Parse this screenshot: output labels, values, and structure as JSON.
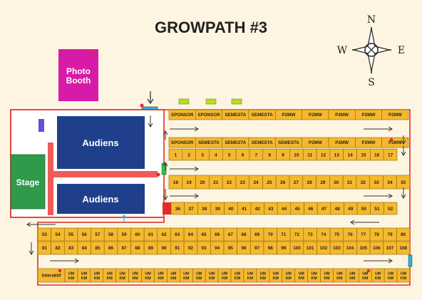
{
  "title": "GROWPATH #3",
  "compass": {
    "n": "N",
    "s": "S",
    "e": "E",
    "w": "W"
  },
  "labels": {
    "photo_booth_line1": "Photo",
    "photo_booth_line2": "Booth",
    "audiens_top": "Audiens",
    "audiens_bottom": "Audiens",
    "stage": "Stage"
  },
  "colors": {
    "background": "#fdf5e2",
    "booth": "#f5b82e",
    "booth_border": "#8a6a00",
    "audience": "#1f3f8a",
    "stage": "#2e9a4a",
    "photo_booth": "#d81aa8",
    "boundary": "#e32a2a",
    "walkway": "#f05a5a",
    "entrance_marker": "#b4e020",
    "exit_marker": "#2ab6e0",
    "purple_marker": "#6a4bd8"
  },
  "row1_labels": [
    "SPONSOR",
    "SPONSOR",
    "SEMESTA",
    "SEMESTA",
    "P2MW",
    "P2MW",
    "P2MW",
    "P2MW",
    "P2MW"
  ],
  "row2_labels": [
    "SPONSOR",
    "SEMESTA",
    "SEMESTA",
    "SEMESTA",
    "SEMESTA",
    "P2MW",
    "P2MW",
    "P2MW",
    "P2MW"
  ],
  "row3_numbers": [
    "1",
    "2",
    "3",
    "4",
    "5",
    "6",
    "7",
    "8",
    "9",
    "10",
    "11",
    "12",
    "13",
    "14",
    "15",
    "16",
    "17"
  ],
  "row4_numbers": [
    "18",
    "19",
    "20",
    "21",
    "22",
    "23",
    "24",
    "25",
    "26",
    "27",
    "28",
    "29",
    "30",
    "31",
    "32",
    "33",
    "34",
    "35"
  ],
  "row5_numbers": [
    "36",
    "37",
    "38",
    "39",
    "40",
    "41",
    "42",
    "43",
    "44",
    "45",
    "46",
    "47",
    "48",
    "49",
    "50",
    "51",
    "52"
  ],
  "row6_numbers": [
    "53",
    "54",
    "55",
    "56",
    "57",
    "58",
    "59",
    "60",
    "61",
    "62",
    "63",
    "64",
    "65",
    "66",
    "67",
    "68",
    "69",
    "70",
    "71",
    "72",
    "73",
    "74",
    "75",
    "76",
    "77",
    "78",
    "79",
    "80"
  ],
  "row7_numbers": [
    "81",
    "82",
    "83",
    "84",
    "85",
    "86",
    "87",
    "88",
    "89",
    "90",
    "91",
    "92",
    "93",
    "94",
    "95",
    "96",
    "97",
    "98",
    "99",
    "100",
    "101",
    "102",
    "103",
    "104",
    "105",
    "106",
    "107",
    "108"
  ],
  "interaktif_label": "Interaktif",
  "umkm_label": "UM KM",
  "umkm_count": 27
}
